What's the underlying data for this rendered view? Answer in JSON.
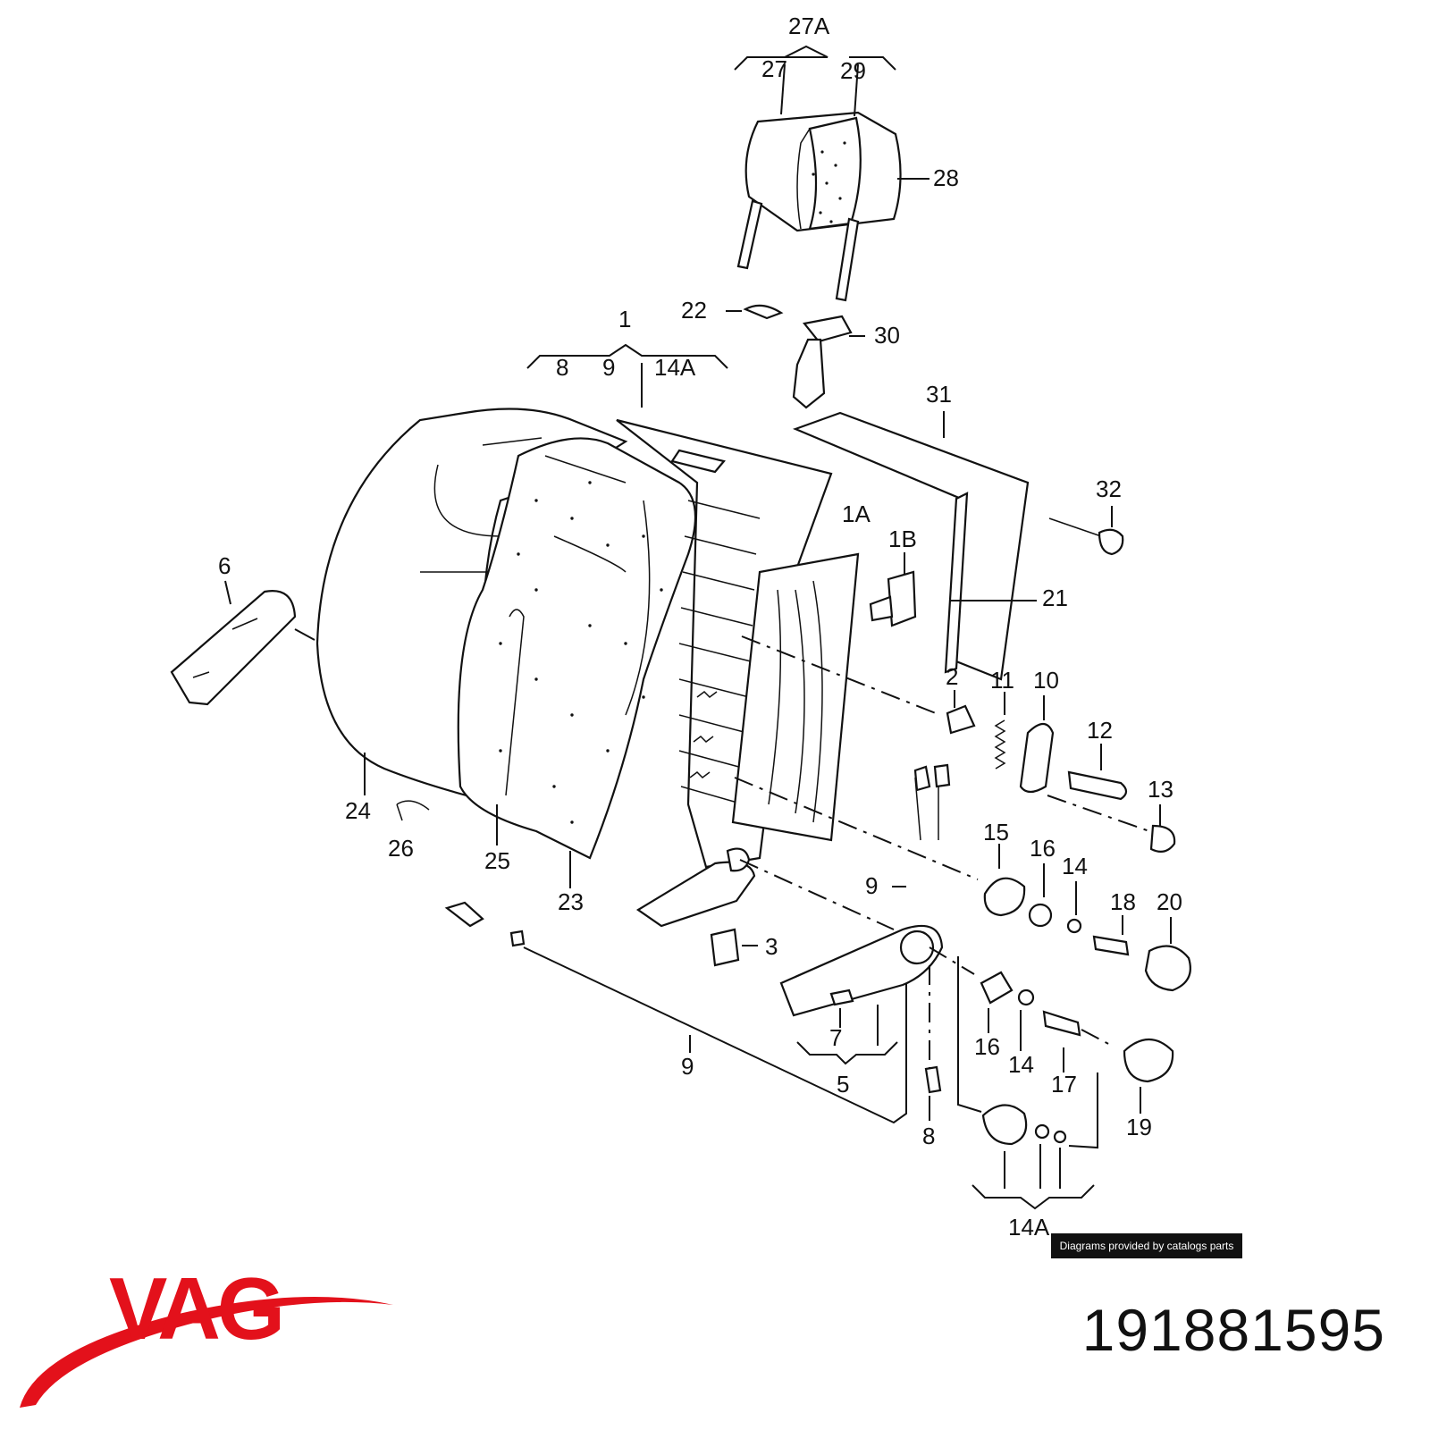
{
  "credit": "Diagrams provided by catalogs parts",
  "part_number": "191881595",
  "logo": {
    "text": "VAG",
    "color": "#e3111b"
  },
  "callouts": [
    {
      "id": "c27A",
      "text": "27A"
    },
    {
      "id": "c27",
      "text": "27"
    },
    {
      "id": "c29",
      "text": "29"
    },
    {
      "id": "c28",
      "text": "28"
    },
    {
      "id": "c22",
      "text": "22"
    },
    {
      "id": "c30",
      "text": "30"
    },
    {
      "id": "c1",
      "text": "1"
    },
    {
      "id": "c8a",
      "text": "8"
    },
    {
      "id": "c9a",
      "text": "9"
    },
    {
      "id": "c14Aa",
      "text": "14A"
    },
    {
      "id": "c31",
      "text": "31"
    },
    {
      "id": "c32",
      "text": "32"
    },
    {
      "id": "c1A",
      "text": "1A"
    },
    {
      "id": "c1B",
      "text": "1B"
    },
    {
      "id": "c21",
      "text": "21"
    },
    {
      "id": "c6",
      "text": "6"
    },
    {
      "id": "c2",
      "text": "2"
    },
    {
      "id": "c11",
      "text": "11"
    },
    {
      "id": "c10",
      "text": "10"
    },
    {
      "id": "c12",
      "text": "12"
    },
    {
      "id": "c13",
      "text": "13"
    },
    {
      "id": "c24",
      "text": "24"
    },
    {
      "id": "c26",
      "text": "26"
    },
    {
      "id": "c25",
      "text": "25"
    },
    {
      "id": "c23",
      "text": "23"
    },
    {
      "id": "c15",
      "text": "15"
    },
    {
      "id": "c16a",
      "text": "16"
    },
    {
      "id": "c14a",
      "text": "14"
    },
    {
      "id": "c9b",
      "text": "9"
    },
    {
      "id": "c18",
      "text": "18"
    },
    {
      "id": "c20",
      "text": "20"
    },
    {
      "id": "c3",
      "text": "3"
    },
    {
      "id": "c7",
      "text": "7"
    },
    {
      "id": "c16b",
      "text": "16"
    },
    {
      "id": "c14b",
      "text": "14"
    },
    {
      "id": "c17",
      "text": "17"
    },
    {
      "id": "c9c",
      "text": "9"
    },
    {
      "id": "c5",
      "text": "5"
    },
    {
      "id": "c19",
      "text": "19"
    },
    {
      "id": "c8b",
      "text": "8"
    },
    {
      "id": "c14Ab",
      "text": "14A"
    }
  ]
}
